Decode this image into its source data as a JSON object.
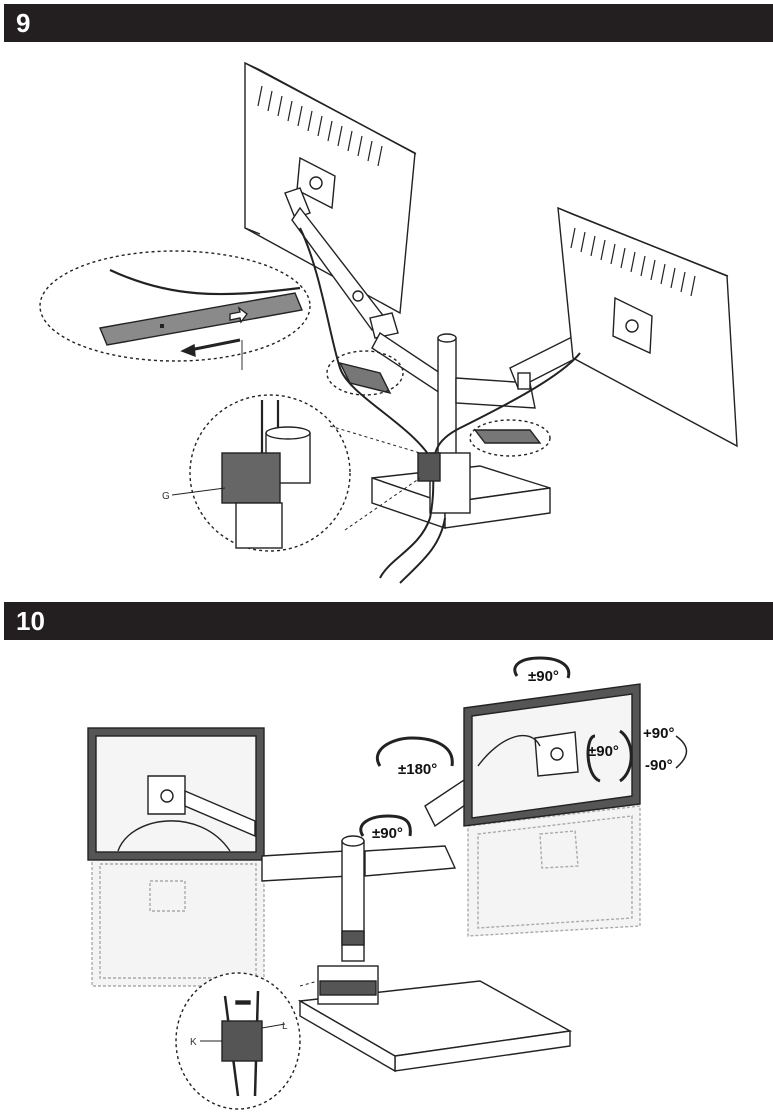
{
  "steps": [
    {
      "number": "9"
    },
    {
      "number": "10"
    }
  ],
  "step9": {
    "part_label": "G"
  },
  "step10": {
    "part_labels": {
      "k": "K",
      "l": "L"
    },
    "rotations": {
      "top_swivel": "±90°",
      "tilt": "±90°",
      "tilt_up": "+90°",
      "tilt_down": "-90°",
      "arm_rotate": "±180°",
      "base_swivel": "±90°"
    }
  }
}
